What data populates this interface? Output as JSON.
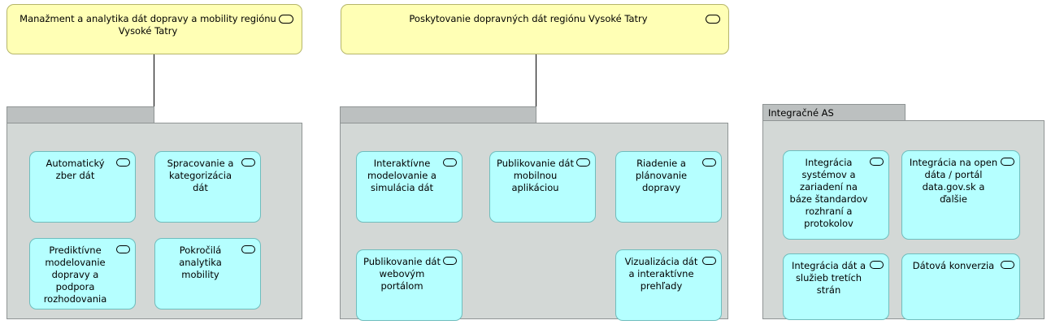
{
  "diagram": {
    "type": "archimate-application-architecture",
    "colors": {
      "process_fill": "#ffffb5",
      "process_stroke": "#b5b56a",
      "service_fill": "#b5ffff",
      "service_stroke": "#6fbdbd",
      "group_tab_fill": "#bcc0c0",
      "group_body_fill": "#d3d8d6",
      "group_stroke": "#8f9494",
      "connector": "#000000"
    },
    "icons": {
      "service": "rounded-pill-icon"
    }
  },
  "processes": [
    {
      "id": "p1",
      "label": "Manažment a analytika dát dopravy a mobility regiónu Vysoké Tatry",
      "icon": "application-service-icon"
    },
    {
      "id": "p2",
      "label": "Poskytovanie dopravných dát regiónu Vysoké Tatry",
      "icon": "application-service-icon"
    }
  ],
  "groups": [
    {
      "id": "g1",
      "label": "",
      "services": [
        {
          "label": "Automatický zber dát",
          "row": 0,
          "col": 0
        },
        {
          "label": "Spracovanie a kategorizácia dát",
          "row": 0,
          "col": 1
        },
        {
          "label": "Prediktívne modelovanie dopravy a podpora rozhodovania",
          "row": 1,
          "col": 0
        },
        {
          "label": "Pokročilá analytika mobility",
          "row": 1,
          "col": 1
        }
      ]
    },
    {
      "id": "g2",
      "label": "",
      "services": [
        {
          "label": "Interaktívne modelovanie a simulácia dát",
          "row": 0,
          "col": 0
        },
        {
          "label": "Publikovanie dát mobilnou aplikáciou",
          "row": 0,
          "col": 1
        },
        {
          "label": "Riadenie a plánovanie dopravy",
          "row": 0,
          "col": 2
        },
        {
          "label": "Publikovanie dát webovým portálom",
          "row": 1,
          "col": 0
        },
        {
          "label": "Vizualizácia dát a interaktívne prehľady",
          "row": 1,
          "col": 2
        }
      ]
    },
    {
      "id": "g3",
      "label": "Integračné AS",
      "services": [
        {
          "label": "Integrácia systémov a zariadení na báze štandardov rozhraní a protokolov",
          "row": 0,
          "col": 0
        },
        {
          "label": "Integrácia na open dáta / portál data.gov.sk a ďalšie",
          "row": 0,
          "col": 1
        },
        {
          "label": "Integrácia dát a služieb tretích strán",
          "row": 1,
          "col": 0
        },
        {
          "label": "Dátová konverzia",
          "row": 1,
          "col": 1
        }
      ]
    }
  ]
}
